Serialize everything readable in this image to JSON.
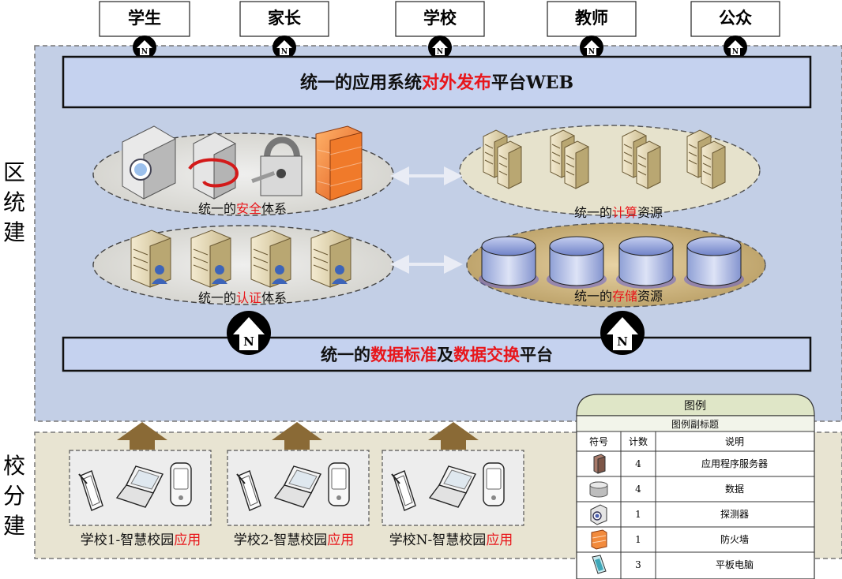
{
  "users": [
    {
      "label": "学生"
    },
    {
      "label": "家长"
    },
    {
      "label": "学校"
    },
    {
      "label": "教师"
    },
    {
      "label": "公众"
    }
  ],
  "node_icon_letter": "N",
  "side_labels": {
    "district": [
      "区",
      "统",
      "建"
    ],
    "school": [
      "校",
      "分",
      "建"
    ]
  },
  "web_bar": {
    "prefix": "统一的应用系统",
    "highlight": "对外发布",
    "suffix": "平台WEB"
  },
  "groups": {
    "security": {
      "prefix": "统一的",
      "highlight": "安全",
      "suffix": "体系"
    },
    "compute": {
      "prefix": "统一的",
      "highlight": "计算",
      "suffix": "资源"
    },
    "auth": {
      "prefix": "统一的",
      "highlight": "认证",
      "suffix": "体系"
    },
    "storage": {
      "prefix": "统一的",
      "highlight": "存储",
      "suffix": "资源"
    }
  },
  "data_bar": {
    "part1": "统一的",
    "hl1": "数据标准",
    "part2": "及",
    "hl2": "数据交换",
    "part3": "平台"
  },
  "schools": [
    {
      "prefix": "学校1-智慧校园",
      "highlight": "应用"
    },
    {
      "prefix": "学校2-智慧校园",
      "highlight": "应用"
    },
    {
      "prefix": "学校N-智慧校园",
      "highlight": "应用"
    }
  ],
  "legend": {
    "title": "图例",
    "subtitle": "图例副标题",
    "headers": [
      "符号",
      "计数",
      "说明"
    ],
    "rows": [
      {
        "icon": "server-icon",
        "count": "4",
        "desc": "应用程序服务器"
      },
      {
        "icon": "database-icon",
        "count": "4",
        "desc": "数据"
      },
      {
        "icon": "detector-icon",
        "count": "1",
        "desc": "探测器"
      },
      {
        "icon": "firewall-icon",
        "count": "1",
        "desc": "防火墙"
      },
      {
        "icon": "tablet-icon",
        "count": "3",
        "desc": "平板电脑"
      }
    ]
  },
  "colors": {
    "highlight": "#e8161b",
    "panel_blue": "#c3cfe6",
    "panel_tan": "#e8e4d2",
    "bar_fill": "#c5d2ef",
    "legend_header": "#dfe6c7",
    "arrow_brown": "#8a6a36"
  }
}
